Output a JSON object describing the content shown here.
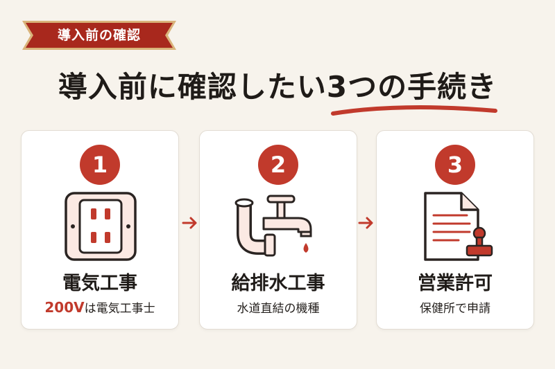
{
  "ribbon": {
    "label": "導入前の確認"
  },
  "title": {
    "lead": "導入前に確認したい",
    "accent": "3つの手続き"
  },
  "steps": [
    {
      "number": "1",
      "icon": "power-outlet-icon",
      "title": "電気工事",
      "sub_highlight": "200V",
      "sub": "は電気工事士"
    },
    {
      "number": "2",
      "icon": "faucet-icon",
      "title": "給排水工事",
      "sub_highlight": "",
      "sub": "水道直結の機種"
    },
    {
      "number": "3",
      "icon": "permit-document-icon",
      "title": "営業許可",
      "sub_highlight": "",
      "sub": "保健所で申請"
    }
  ],
  "colors": {
    "accent": "#c13a2c",
    "ribbon_edge": "#d9b37a",
    "background": "#f7f3ec",
    "icon_fill": "#fbe9e3"
  }
}
